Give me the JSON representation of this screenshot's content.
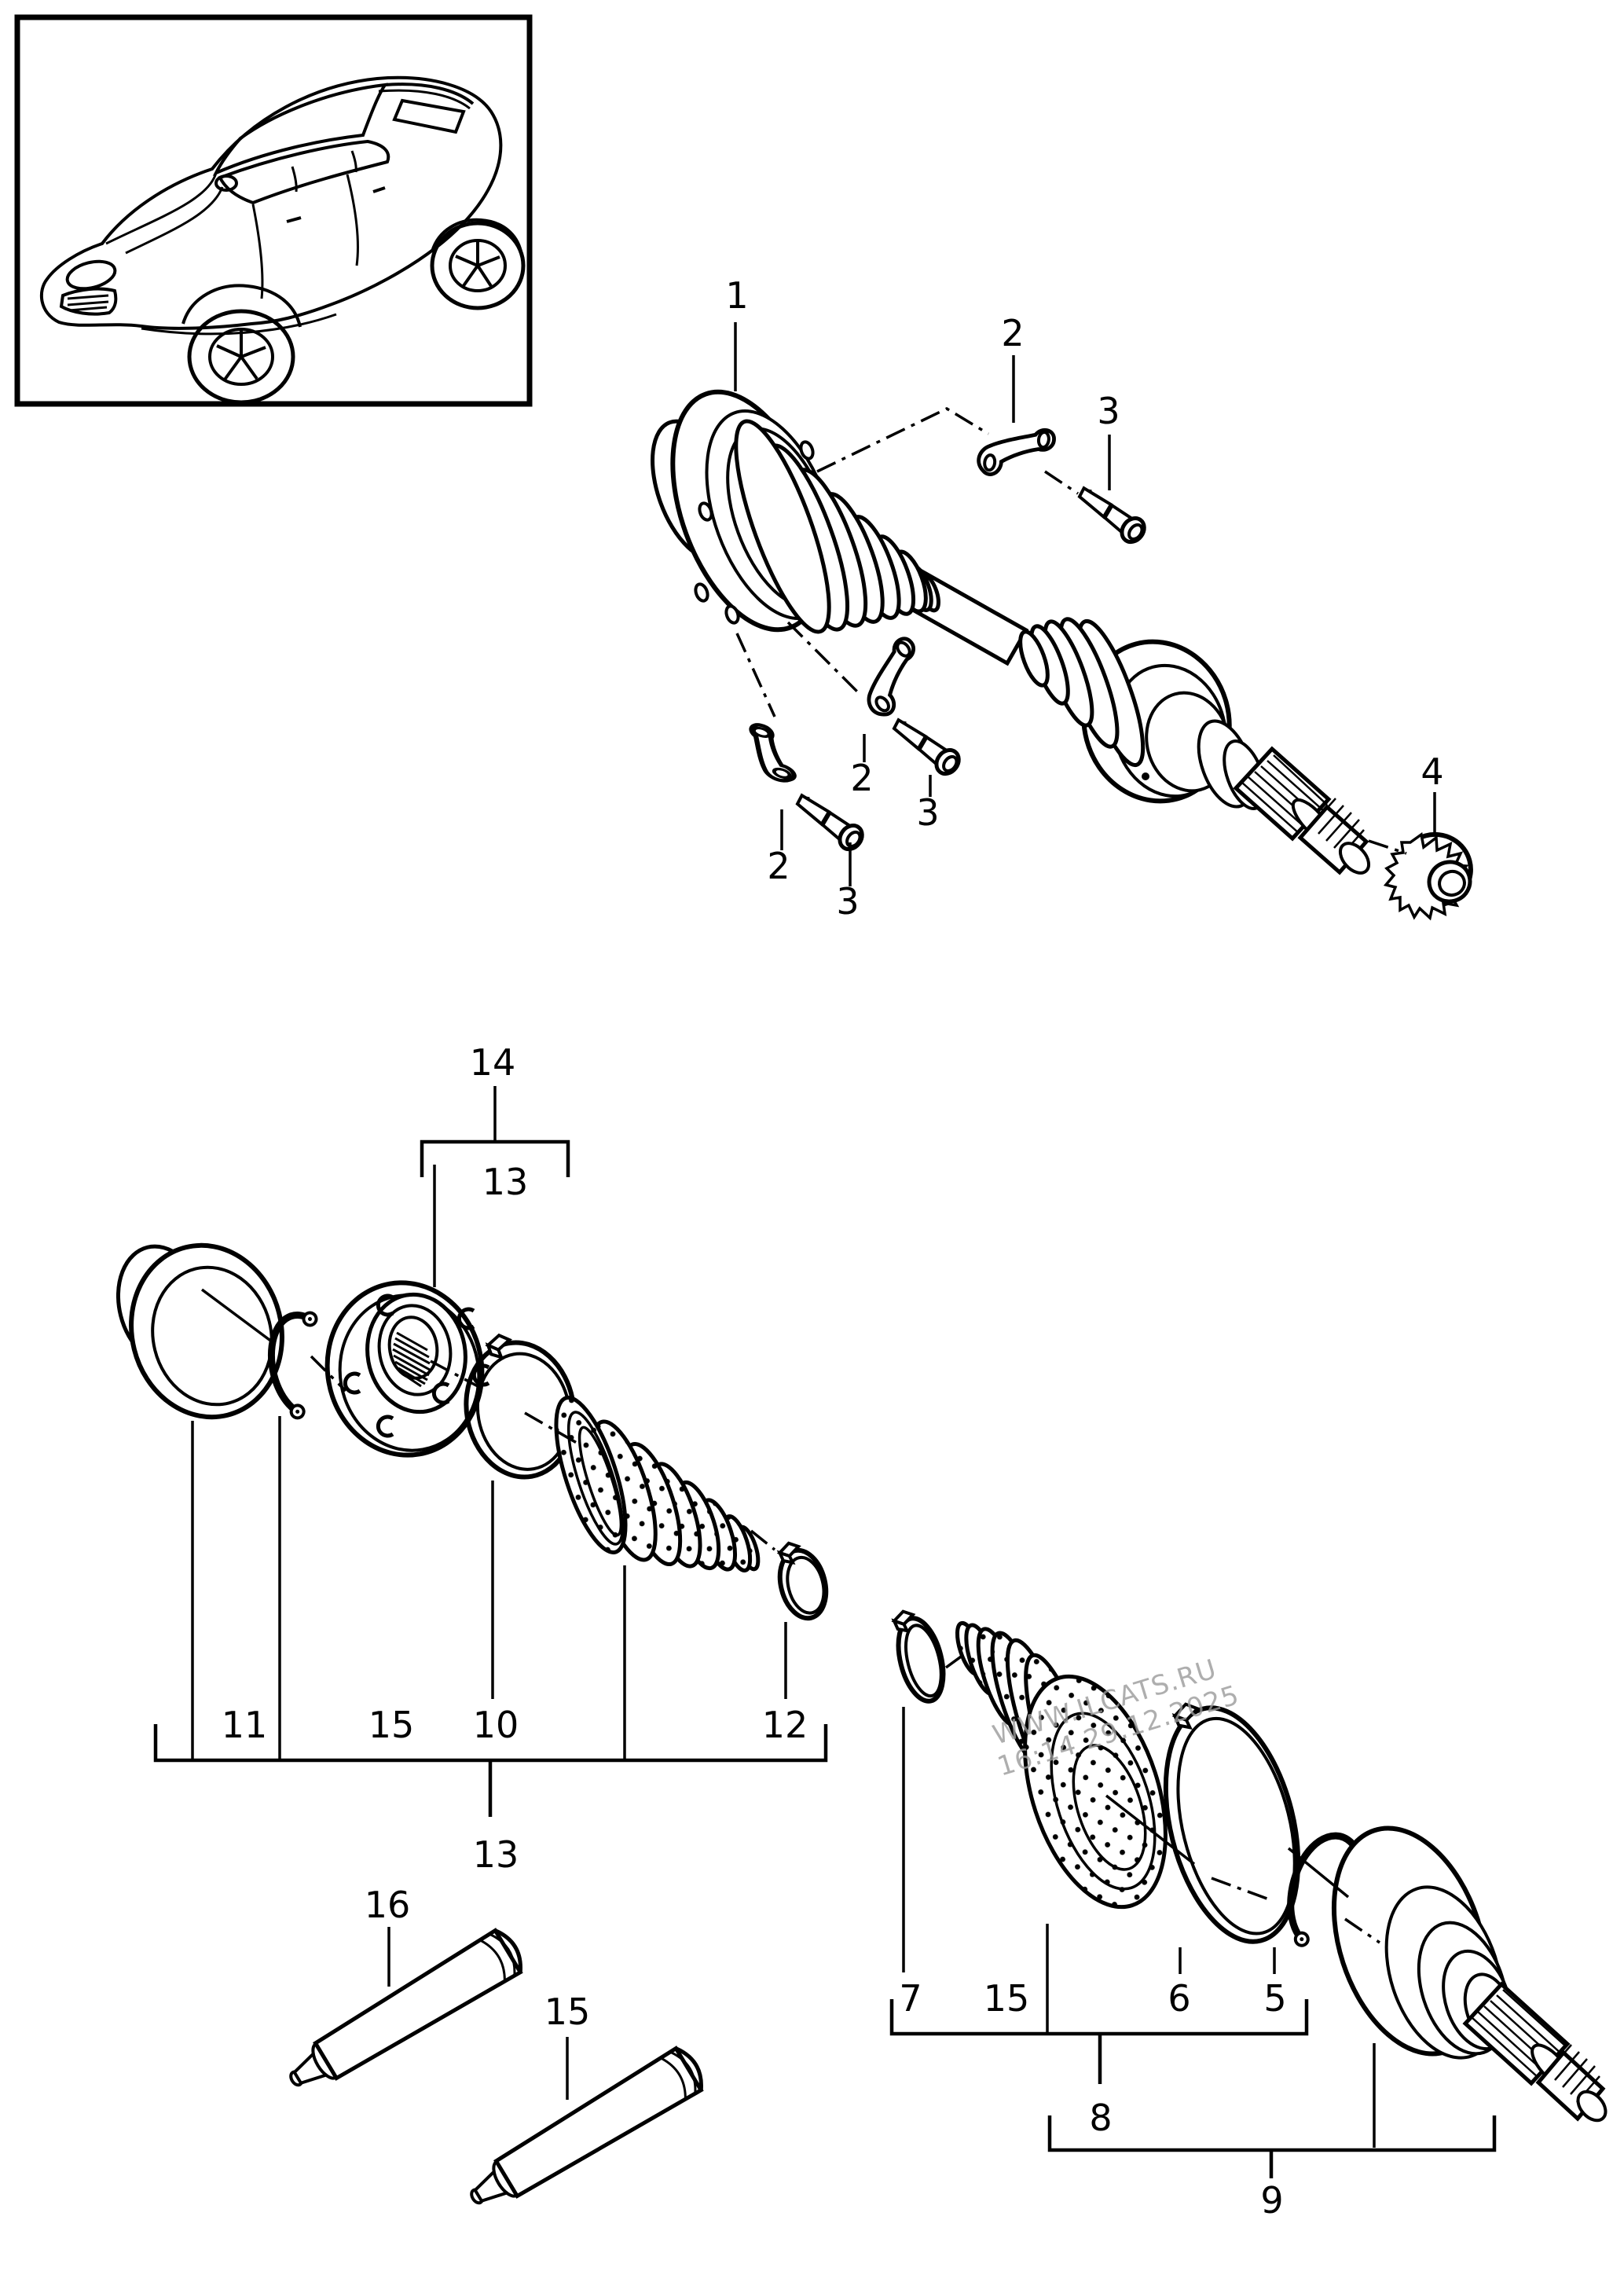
{
  "figure": {
    "type": "parts-diagram",
    "subject": "drive shaft / CV joint exploded view with numbered callouts",
    "colors": {
      "ink": "#000000",
      "paper": "#ffffff",
      "watermark": "#9a9a9a"
    },
    "watermark": {
      "line1": "WWW.ILCATS.RU",
      "line2": "16:14 29.12.2025"
    },
    "callouts": {
      "label_1": "1",
      "label_2_top": "2",
      "label_3_top": "3",
      "label_2_mid": "2",
      "label_3_mid": "3",
      "label_2_low": "2",
      "label_3_low": "3",
      "label_4": "4",
      "label_14": "14",
      "label_13_top": "13",
      "label_11": "11",
      "label_15_kit13": "15",
      "label_10": "10",
      "label_12": "12",
      "label_13_bottom": "13",
      "label_16": "16",
      "label_15_tube": "15",
      "label_7": "7",
      "label_15_kit8": "15",
      "label_6": "6",
      "label_5": "5",
      "label_8": "8",
      "label_9": "9"
    }
  }
}
